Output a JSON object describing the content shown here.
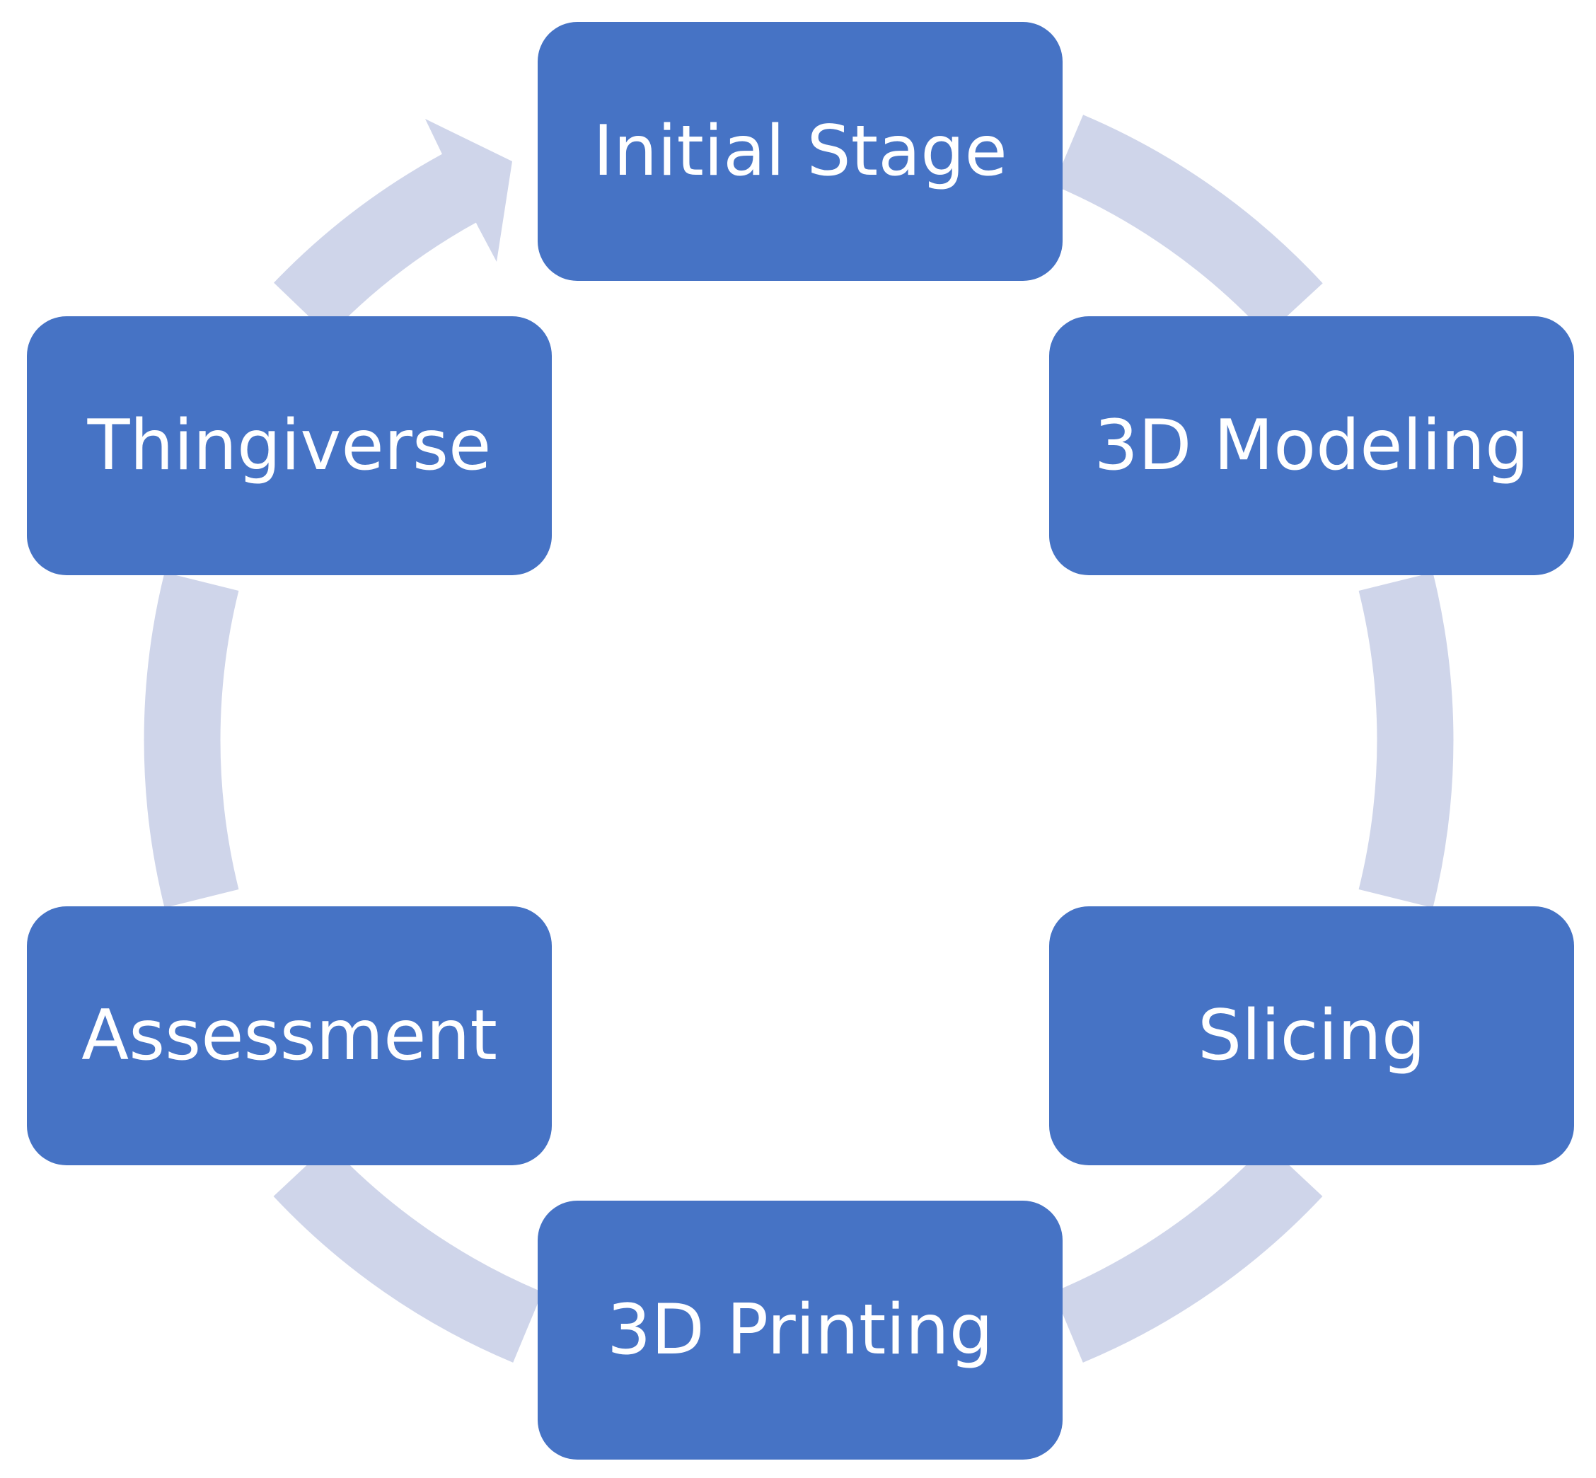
{
  "diagram": {
    "type": "cycle",
    "direction": "clockwise",
    "colors": {
      "node_fill": "#4673c5",
      "node_text": "#ffffff",
      "connector": "#cfd5ea",
      "background": "#ffffff"
    },
    "nodes": [
      {
        "id": "initial-stage",
        "label": "Initial Stage"
      },
      {
        "id": "3d-modeling",
        "label": "3D Modeling"
      },
      {
        "id": "slicing",
        "label": "Slicing"
      },
      {
        "id": "3d-printing",
        "label": "3D Printing"
      },
      {
        "id": "assessment",
        "label": "Assessment"
      },
      {
        "id": "thingiverse",
        "label": "Thingiverse"
      }
    ],
    "edges": [
      {
        "from": "initial-stage",
        "to": "3d-modeling"
      },
      {
        "from": "3d-modeling",
        "to": "slicing"
      },
      {
        "from": "slicing",
        "to": "3d-printing"
      },
      {
        "from": "3d-printing",
        "to": "assessment"
      },
      {
        "from": "assessment",
        "to": "thingiverse"
      },
      {
        "from": "thingiverse",
        "to": "initial-stage",
        "arrowhead": true
      }
    ]
  }
}
